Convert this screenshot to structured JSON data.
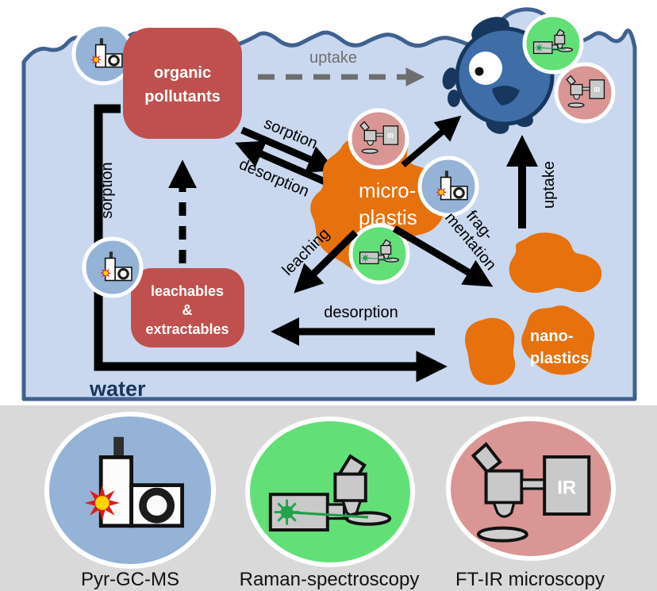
{
  "colors": {
    "water_fill": "#c9d8ef",
    "water_border": "#3f618f",
    "box_red": "#c0504d",
    "orange": "#e6710d",
    "circle_blue": "#95b3d7",
    "circle_green": "#63df78",
    "circle_pink": "#d99694",
    "panel_gray": "#d9d9d9",
    "fish_body": "#3e6da8",
    "fish_dark": "#17375e",
    "arrow_black": "#000000",
    "uptake_gray": "#6e6e6e",
    "water_label_color": "#17365d"
  },
  "water": {
    "label": "water"
  },
  "boxes": {
    "organic_pollutants": {
      "line1": "organic",
      "line2": "pollutants"
    },
    "leachables": {
      "line1": "leachables",
      "line2": "&",
      "line3": "extractables"
    }
  },
  "blobs": {
    "microplastics": {
      "line1": "micro-",
      "line2": "plastis"
    },
    "nanoplastics": {
      "line1": "nano-",
      "line2": "plastics"
    }
  },
  "processes": {
    "uptake_dashed": "uptake",
    "sorption_diagonal": "sorption",
    "desorption_diagonal": "desorption",
    "sorption_vertical": "sorption",
    "leaching": "leaching",
    "fragmentation_line1": "frag-",
    "fragmentation_line2": "mentation",
    "uptake_vertical": "uptake",
    "desorption_horizontal": "desorption"
  },
  "icons": {
    "ftir_ir_label": "IR"
  },
  "legend": {
    "items": [
      {
        "label": "Pyr-GC-MS"
      },
      {
        "label": "Raman-spectroscopy"
      },
      {
        "label": "FT-IR microscopy"
      }
    ]
  }
}
